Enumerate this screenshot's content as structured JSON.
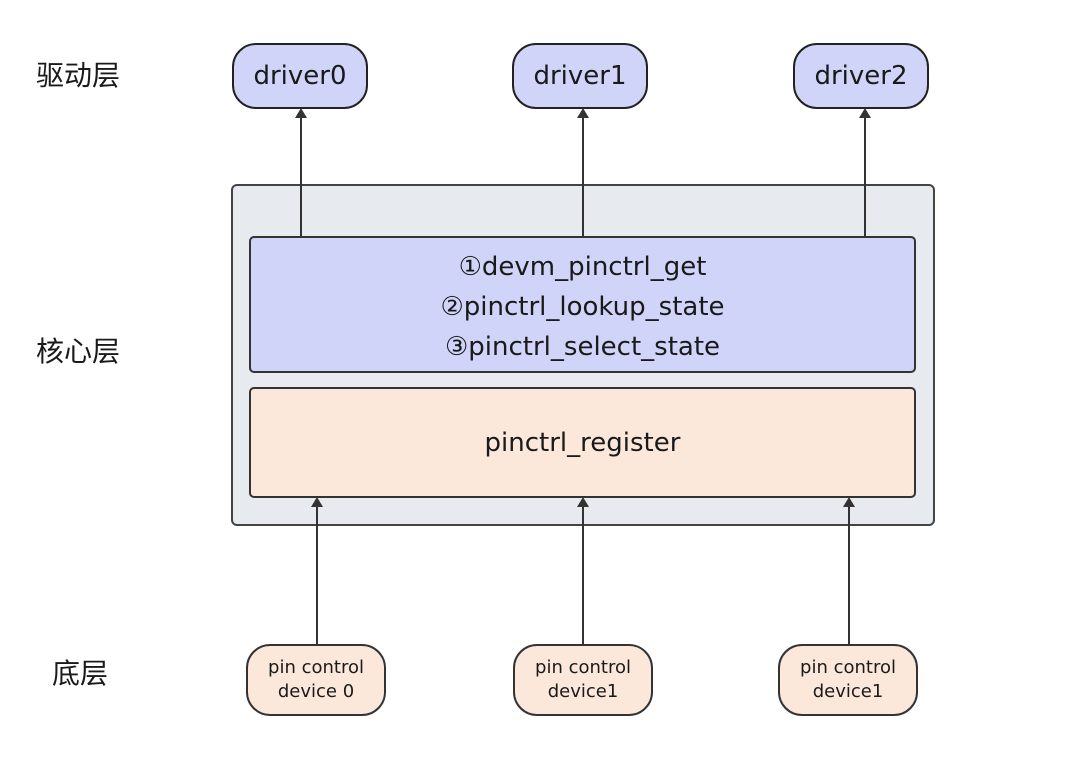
{
  "layers": {
    "driver": "驱动层",
    "core": "核心层",
    "bottom": "底层"
  },
  "drivers": [
    "driver0",
    "driver1",
    "driver2"
  ],
  "core": {
    "api_lines": [
      "①devm_pinctrl_get",
      "②pinctrl_lookup_state",
      "③pinctrl_select_state"
    ],
    "register": "pinctrl_register"
  },
  "devices": [
    {
      "line1": "pin control",
      "line2": "device 0"
    },
    {
      "line1": "pin control",
      "line2": "device1"
    },
    {
      "line1": "pin control",
      "line2": "device1"
    }
  ],
  "colors": {
    "driver_fill": "#d0d4f8",
    "api_fill": "#d0d4f8",
    "register_fill": "#fbe8da",
    "device_fill": "#fbe8da",
    "container_fill": "#e7eaee",
    "arrow": "#333333"
  }
}
